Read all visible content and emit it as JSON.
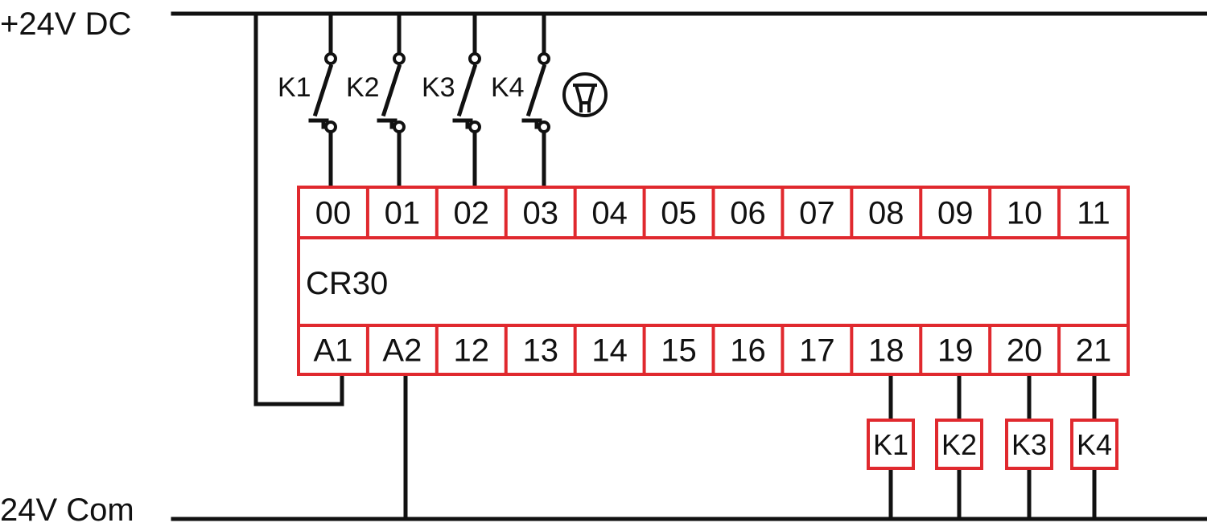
{
  "rails": {
    "top_label": "+24V DC",
    "bottom_label": "24V Com"
  },
  "switches": [
    "K1",
    "K2",
    "K3",
    "K4"
  ],
  "module": {
    "name": "CR30",
    "top_terminals": [
      "00",
      "01",
      "02",
      "03",
      "04",
      "05",
      "06",
      "07",
      "08",
      "09",
      "10",
      "11"
    ],
    "bottom_terminals": [
      "A1",
      "A2",
      "12",
      "13",
      "14",
      "15",
      "16",
      "17",
      "18",
      "19",
      "20",
      "21"
    ],
    "border_color": "#e0292e"
  },
  "coils": [
    "K1",
    "K2",
    "K3",
    "K4"
  ],
  "icons": {
    "reset": "emergency-stop-icon"
  }
}
